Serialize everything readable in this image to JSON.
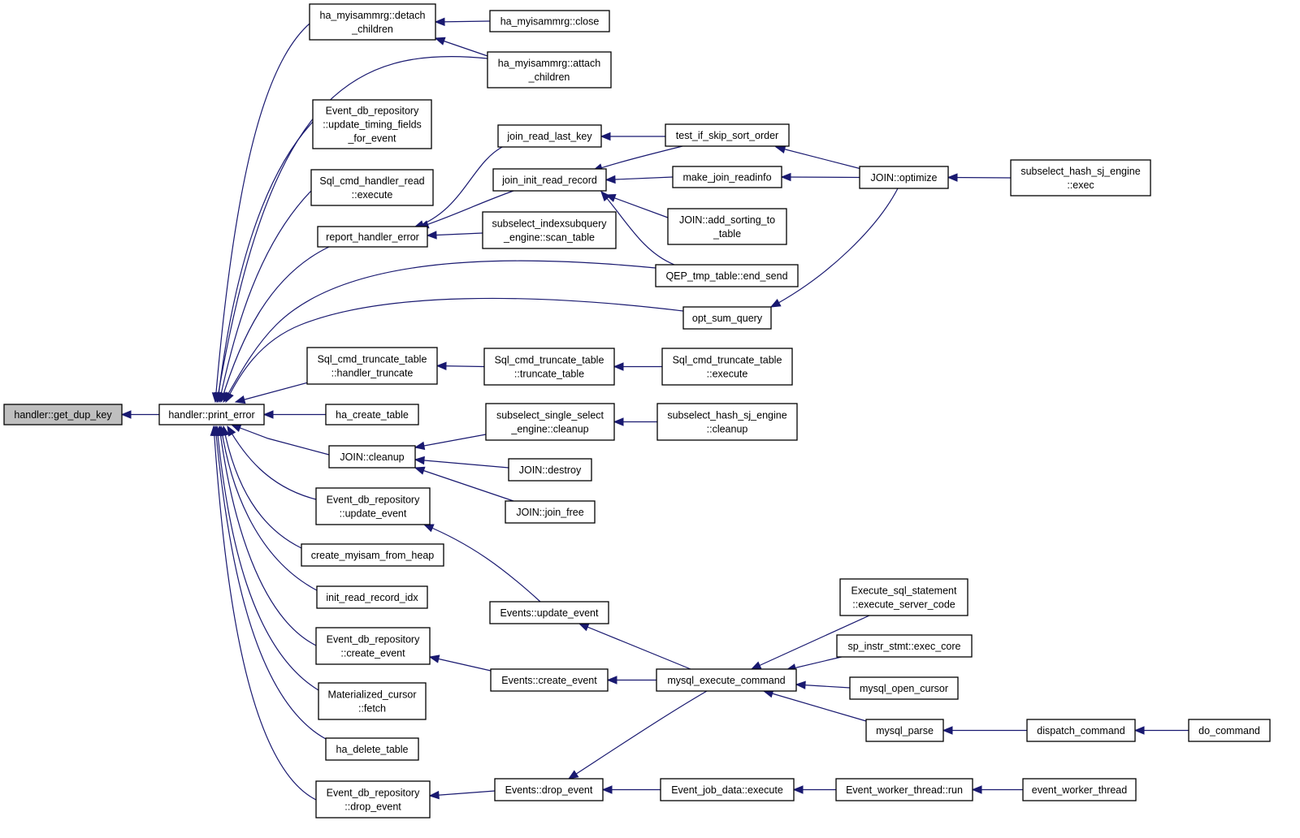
{
  "colors": {
    "edge": "#191970",
    "root_fill": "#bfbfbf",
    "node_fill": "#ffffff",
    "node_border": "#000000"
  },
  "nodes": {
    "get_dup_key": {
      "lines": [
        "handler::get_dup_key"
      ]
    },
    "print_error": {
      "lines": [
        "handler::print_error"
      ]
    },
    "detach_children": {
      "lines": [
        "ha_myisammrg::detach",
        "_children"
      ]
    },
    "mrg_close": {
      "lines": [
        "ha_myisammrg::close"
      ]
    },
    "attach_children": {
      "lines": [
        "ha_myisammrg::attach",
        "_children"
      ]
    },
    "update_timing": {
      "lines": [
        "Event_db_repository",
        "::update_timing_fields",
        "_for_event"
      ]
    },
    "hr_execute": {
      "lines": [
        "Sql_cmd_handler_read",
        "::execute"
      ]
    },
    "report_err": {
      "lines": [
        "report_handler_error"
      ]
    },
    "jr_last_key": {
      "lines": [
        "join_read_last_key"
      ]
    },
    "jir_record": {
      "lines": [
        "join_init_read_record"
      ]
    },
    "ssq_scan": {
      "lines": [
        "subselect_indexsubquery",
        "_engine::scan_table"
      ]
    },
    "test_skip": {
      "lines": [
        "test_if_skip_sort_order"
      ]
    },
    "make_readinfo": {
      "lines": [
        "make_join_readinfo"
      ]
    },
    "add_sorting": {
      "lines": [
        "JOIN::add_sorting_to",
        "_table"
      ]
    },
    "qep_end_send": {
      "lines": [
        "QEP_tmp_table::end_send"
      ]
    },
    "join_optimize": {
      "lines": [
        "JOIN::optimize"
      ]
    },
    "shsj_exec": {
      "lines": [
        "subselect_hash_sj_engine",
        "::exec"
      ]
    },
    "opt_sum": {
      "lines": [
        "opt_sum_query"
      ]
    },
    "tt_handler_trunc": {
      "lines": [
        "Sql_cmd_truncate_table",
        "::handler_truncate"
      ]
    },
    "tt_truncate": {
      "lines": [
        "Sql_cmd_truncate_table",
        "::truncate_table"
      ]
    },
    "tt_execute": {
      "lines": [
        "Sql_cmd_truncate_table",
        "::execute"
      ]
    },
    "ha_create": {
      "lines": [
        "ha_create_table"
      ]
    },
    "sss_cleanup": {
      "lines": [
        "subselect_single_select",
        "_engine::cleanup"
      ]
    },
    "shsj_cleanup": {
      "lines": [
        "subselect_hash_sj_engine",
        "::cleanup"
      ]
    },
    "join_cleanup": {
      "lines": [
        "JOIN::cleanup"
      ]
    },
    "join_destroy": {
      "lines": [
        "JOIN::destroy"
      ]
    },
    "join_free": {
      "lines": [
        "JOIN::join_free"
      ]
    },
    "edr_update": {
      "lines": [
        "Event_db_repository",
        "::update_event"
      ]
    },
    "cm_from_heap": {
      "lines": [
        "create_myisam_from_heap"
      ]
    },
    "init_rr_idx": {
      "lines": [
        "init_read_record_idx"
      ]
    },
    "ev_update": {
      "lines": [
        "Events::update_event"
      ]
    },
    "ess_exec_code": {
      "lines": [
        "Execute_sql_statement",
        "::execute_server_code"
      ]
    },
    "sp_exec_core": {
      "lines": [
        "sp_instr_stmt::exec_core"
      ]
    },
    "edr_create": {
      "lines": [
        "Event_db_repository",
        "::create_event"
      ]
    },
    "ev_create": {
      "lines": [
        "Events::create_event"
      ]
    },
    "mysql_exec_cmd": {
      "lines": [
        "mysql_execute_command"
      ]
    },
    "open_cursor": {
      "lines": [
        "mysql_open_cursor"
      ]
    },
    "mc_fetch": {
      "lines": [
        "Materialized_cursor",
        "::fetch"
      ]
    },
    "mysql_parse": {
      "lines": [
        "mysql_parse"
      ]
    },
    "dispatch": {
      "lines": [
        "dispatch_command"
      ]
    },
    "do_command": {
      "lines": [
        "do_command"
      ]
    },
    "ha_delete": {
      "lines": [
        "ha_delete_table"
      ]
    },
    "edr_drop": {
      "lines": [
        "Event_db_repository",
        "::drop_event"
      ]
    },
    "ev_drop": {
      "lines": [
        "Events::drop_event"
      ]
    },
    "ejd_execute": {
      "lines": [
        "Event_job_data::execute"
      ]
    },
    "ewt_run": {
      "lines": [
        "Event_worker_thread::run"
      ]
    },
    "ew_thread": {
      "lines": [
        "event_worker_thread"
      ]
    }
  },
  "edges": [
    [
      "print_error",
      "get_dup_key"
    ],
    [
      "detach_children",
      "print_error"
    ],
    [
      "attach_children",
      "print_error"
    ],
    [
      "update_timing",
      "print_error"
    ],
    [
      "hr_execute",
      "print_error"
    ],
    [
      "report_err",
      "print_error"
    ],
    [
      "qep_end_send",
      "print_error"
    ],
    [
      "opt_sum",
      "print_error"
    ],
    [
      "tt_handler_trunc",
      "print_error"
    ],
    [
      "ha_create",
      "print_error"
    ],
    [
      "join_cleanup",
      "print_error"
    ],
    [
      "edr_update",
      "print_error"
    ],
    [
      "cm_from_heap",
      "print_error"
    ],
    [
      "init_rr_idx",
      "print_error"
    ],
    [
      "edr_create",
      "print_error"
    ],
    [
      "mc_fetch",
      "print_error"
    ],
    [
      "ha_delete",
      "print_error"
    ],
    [
      "edr_drop",
      "print_error"
    ],
    [
      "mrg_close",
      "detach_children"
    ],
    [
      "attach_children",
      "detach_children"
    ],
    [
      "jr_last_key",
      "report_err"
    ],
    [
      "jir_record",
      "report_err"
    ],
    [
      "ssq_scan",
      "report_err"
    ],
    [
      "test_skip",
      "jr_last_key"
    ],
    [
      "test_skip",
      "jir_record"
    ],
    [
      "make_readinfo",
      "jir_record"
    ],
    [
      "add_sorting",
      "jir_record"
    ],
    [
      "qep_end_send",
      "jir_record"
    ],
    [
      "join_optimize",
      "test_skip"
    ],
    [
      "join_optimize",
      "make_readinfo"
    ],
    [
      "join_optimize",
      "opt_sum"
    ],
    [
      "shsj_exec",
      "join_optimize"
    ],
    [
      "tt_truncate",
      "tt_handler_trunc"
    ],
    [
      "tt_execute",
      "tt_truncate"
    ],
    [
      "sss_cleanup",
      "join_cleanup"
    ],
    [
      "join_destroy",
      "join_cleanup"
    ],
    [
      "join_free",
      "join_cleanup"
    ],
    [
      "shsj_cleanup",
      "sss_cleanup"
    ],
    [
      "ev_update",
      "edr_update"
    ],
    [
      "mysql_exec_cmd",
      "ev_update"
    ],
    [
      "ev_create",
      "edr_create"
    ],
    [
      "mysql_exec_cmd",
      "ev_create"
    ],
    [
      "ev_drop",
      "edr_drop"
    ],
    [
      "mysql_exec_cmd",
      "ev_drop"
    ],
    [
      "ejd_execute",
      "ev_drop"
    ],
    [
      "ess_exec_code",
      "mysql_exec_cmd"
    ],
    [
      "sp_exec_core",
      "mysql_exec_cmd"
    ],
    [
      "open_cursor",
      "mysql_exec_cmd"
    ],
    [
      "mysql_parse",
      "mysql_exec_cmd"
    ],
    [
      "dispatch",
      "mysql_parse"
    ],
    [
      "do_command",
      "dispatch"
    ],
    [
      "ewt_run",
      "ejd_execute"
    ],
    [
      "ew_thread",
      "ewt_run"
    ]
  ]
}
